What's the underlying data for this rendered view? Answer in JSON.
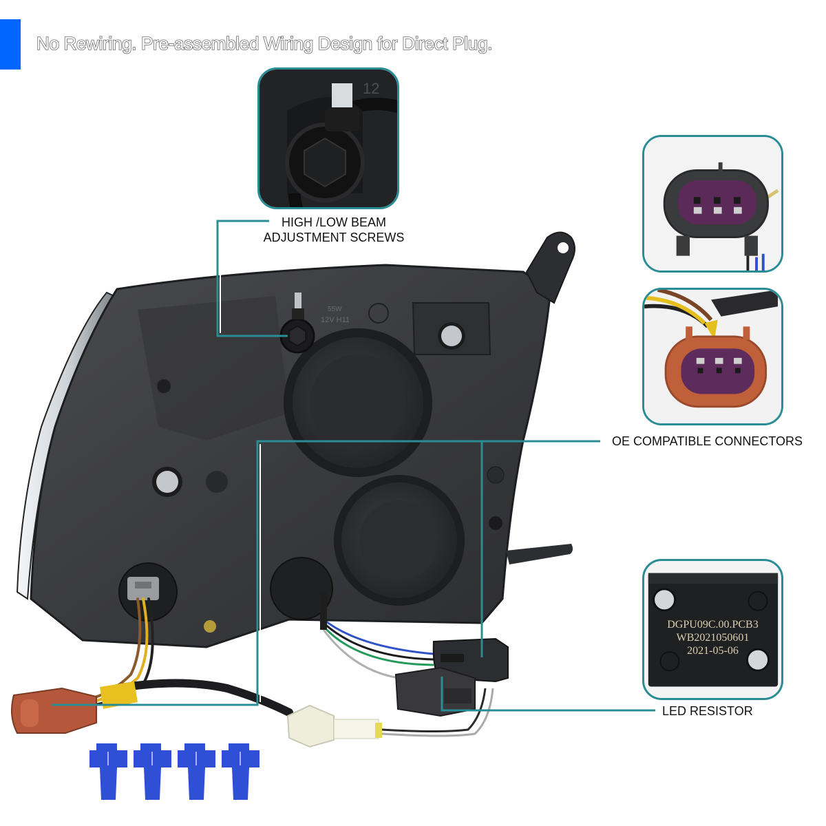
{
  "headline": "No Rewiring. Pre-assembled Wiring Design for Direct Plug.",
  "colors": {
    "accent_bar": "#0066ff",
    "callout_line": "#2a8c95",
    "housing": "#3a3b3d",
    "connector_purple": "#5c2a5a",
    "connector_orange": "#c0603a",
    "tap_blue": "#2f4fd6"
  },
  "callouts": {
    "adjust_screws": {
      "line1": "HIGH /LOW BEAM",
      "line2": "ADJUSTMENT SCREWS"
    },
    "connectors": {
      "label": "OE COMPATIBLE CONNECTORS"
    },
    "resistor": {
      "label": "LED RESISTOR"
    }
  },
  "resistor_inset": {
    "line1": "DGPU09C.00.PCB3",
    "line2": "WB2021050601",
    "line3": "2021-05-06"
  },
  "housing_markings": {
    "wattage": "55W",
    "bulb": "12V H11"
  },
  "icons": [
    "adjustment-screw-icon",
    "connector-icon",
    "resistor-icon",
    "wire-tap-icon"
  ]
}
